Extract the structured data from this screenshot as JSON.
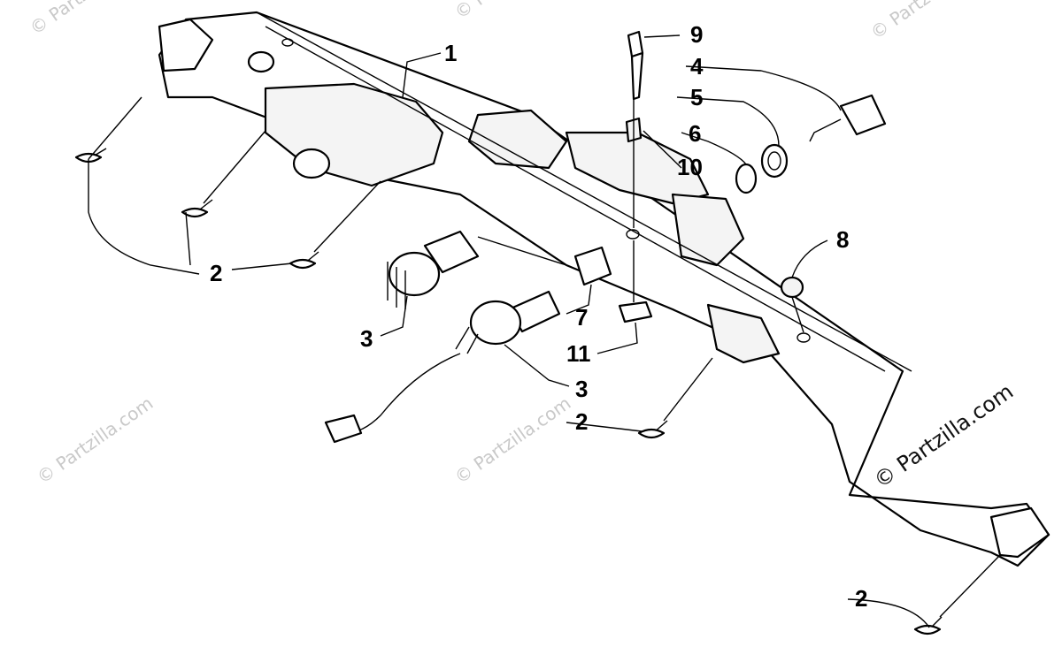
{
  "watermarks": {
    "faint": "© Partzilla.com",
    "main": "© Partzilla.com"
  },
  "callouts": {
    "c1": "1",
    "c2a": "2",
    "c2b": "2",
    "c2c": "2",
    "c3a": "3",
    "c3b": "3",
    "c4": "4",
    "c5": "5",
    "c6": "6",
    "c7": "7",
    "c8": "8",
    "c9": "9",
    "c10": "10",
    "c11": "11"
  }
}
